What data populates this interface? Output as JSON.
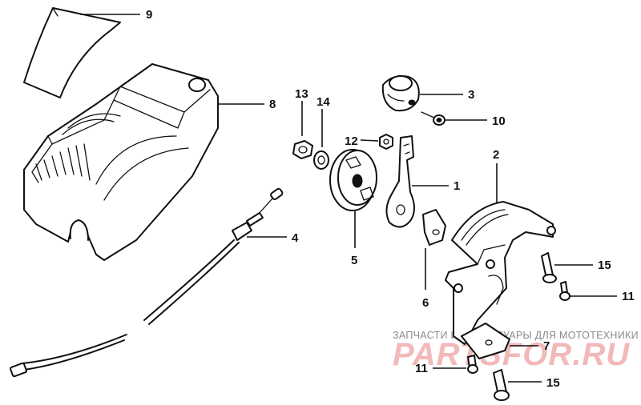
{
  "callouts": {
    "c1": "1",
    "c2": "2",
    "c3": "3",
    "c4": "4",
    "c5": "5",
    "c6": "6",
    "c7": "7",
    "c8": "8",
    "c9": "9",
    "c10": "10",
    "c11a": "11",
    "c11b": "11",
    "c12": "12",
    "c13": "13",
    "c14": "14",
    "c15a": "15",
    "c15b": "15"
  },
  "watermark": {
    "subtitle": "ЗАПЧАСТИ И АКСЕССУАРЫ ДЛЯ МОТОТЕХНИКИ",
    "brand": "PARTSFOR.RU",
    "color": "#f2b9b9"
  }
}
